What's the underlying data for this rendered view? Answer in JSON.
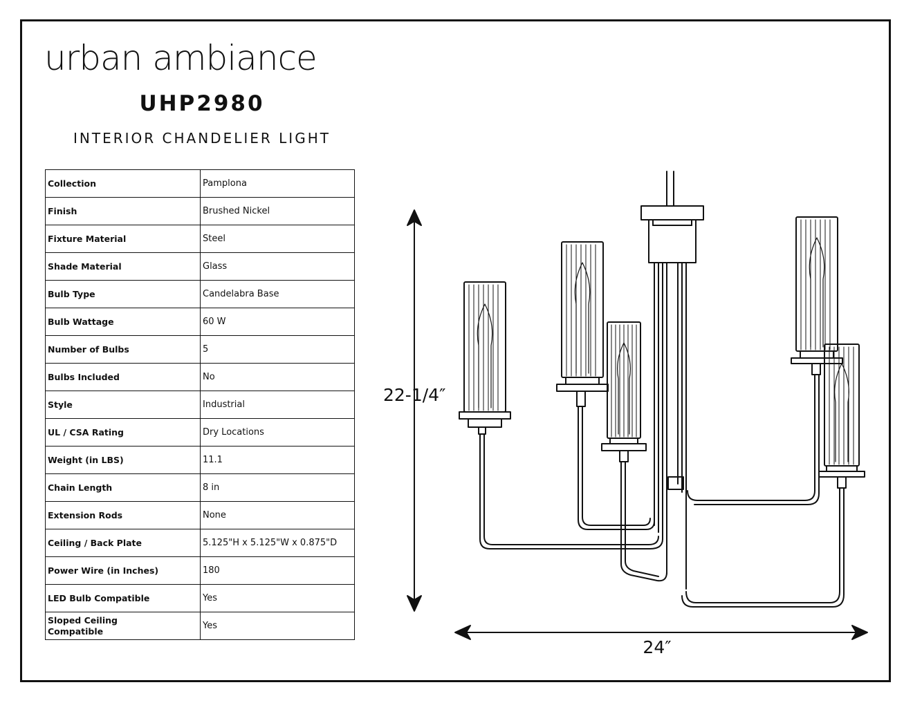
{
  "header": {
    "brand": "urban ambiance",
    "model": "UHP2980",
    "subtitle": "INTERIOR CHANDELIER LIGHT"
  },
  "specs": [
    {
      "label": "Collection",
      "value": "Pamplona"
    },
    {
      "label": "Finish",
      "value": "Brushed Nickel"
    },
    {
      "label": "Fixture Material",
      "value": "Steel"
    },
    {
      "label": "Shade Material",
      "value": "Glass"
    },
    {
      "label": "Bulb Type",
      "value": "Candelabra Base"
    },
    {
      "label": "Bulb Wattage",
      "value": "60 W"
    },
    {
      "label": "Number of Bulbs",
      "value": "5"
    },
    {
      "label": "Bulbs Included",
      "value": "No"
    },
    {
      "label": "Style",
      "value": "Industrial"
    },
    {
      "label": "UL / CSA Rating",
      "value": "Dry Locations"
    },
    {
      "label": "Weight (in LBS)",
      "value": "11.1"
    },
    {
      "label": "Chain Length",
      "value": "8 in"
    },
    {
      "label": "Extension Rods",
      "value": "None"
    },
    {
      "label": "Ceiling / Back Plate",
      "value": "5.125\"H x 5.125\"W x 0.875\"D"
    },
    {
      "label": "Power Wire (in Inches)",
      "value": "180"
    },
    {
      "label": "LED Bulb Compatible",
      "value": "Yes"
    },
    {
      "label": "Sloped Ceiling Compatible",
      "value": "Yes"
    }
  ],
  "dimensions": {
    "height": "22-1/4″",
    "width": "24″"
  }
}
